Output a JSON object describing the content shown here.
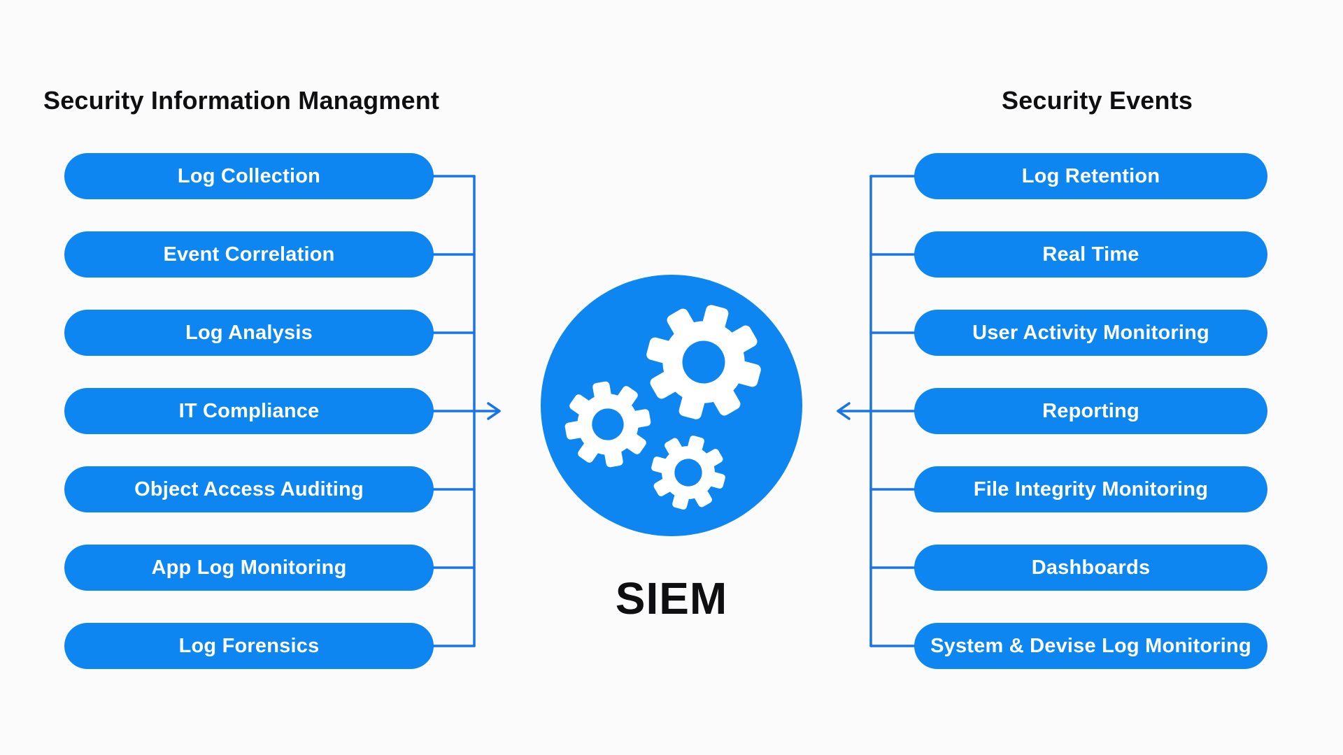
{
  "diagram": {
    "left": {
      "title": "Security Information Managment",
      "items": [
        "Log Collection",
        "Event Correlation",
        "Log Analysis",
        "IT Compliance",
        "Object Access Auditing",
        "App Log Monitoring",
        "Log Forensics"
      ]
    },
    "right": {
      "title": "Security Events",
      "items": [
        "Log Retention",
        "Real Time",
        "User Activity Monitoring",
        "Reporting",
        "File Integrity Monitoring",
        "Dashboards",
        "System & Devise Log Monitoring"
      ]
    },
    "center": {
      "label": "SIEM",
      "icon": "gears-icon"
    }
  },
  "colors": {
    "pill_blue": "#0d86f2",
    "connector_blue": "#1974e8",
    "text_dark": "#0f0f12",
    "pill_text": "#ffffff",
    "background": "#fbfbfc"
  }
}
